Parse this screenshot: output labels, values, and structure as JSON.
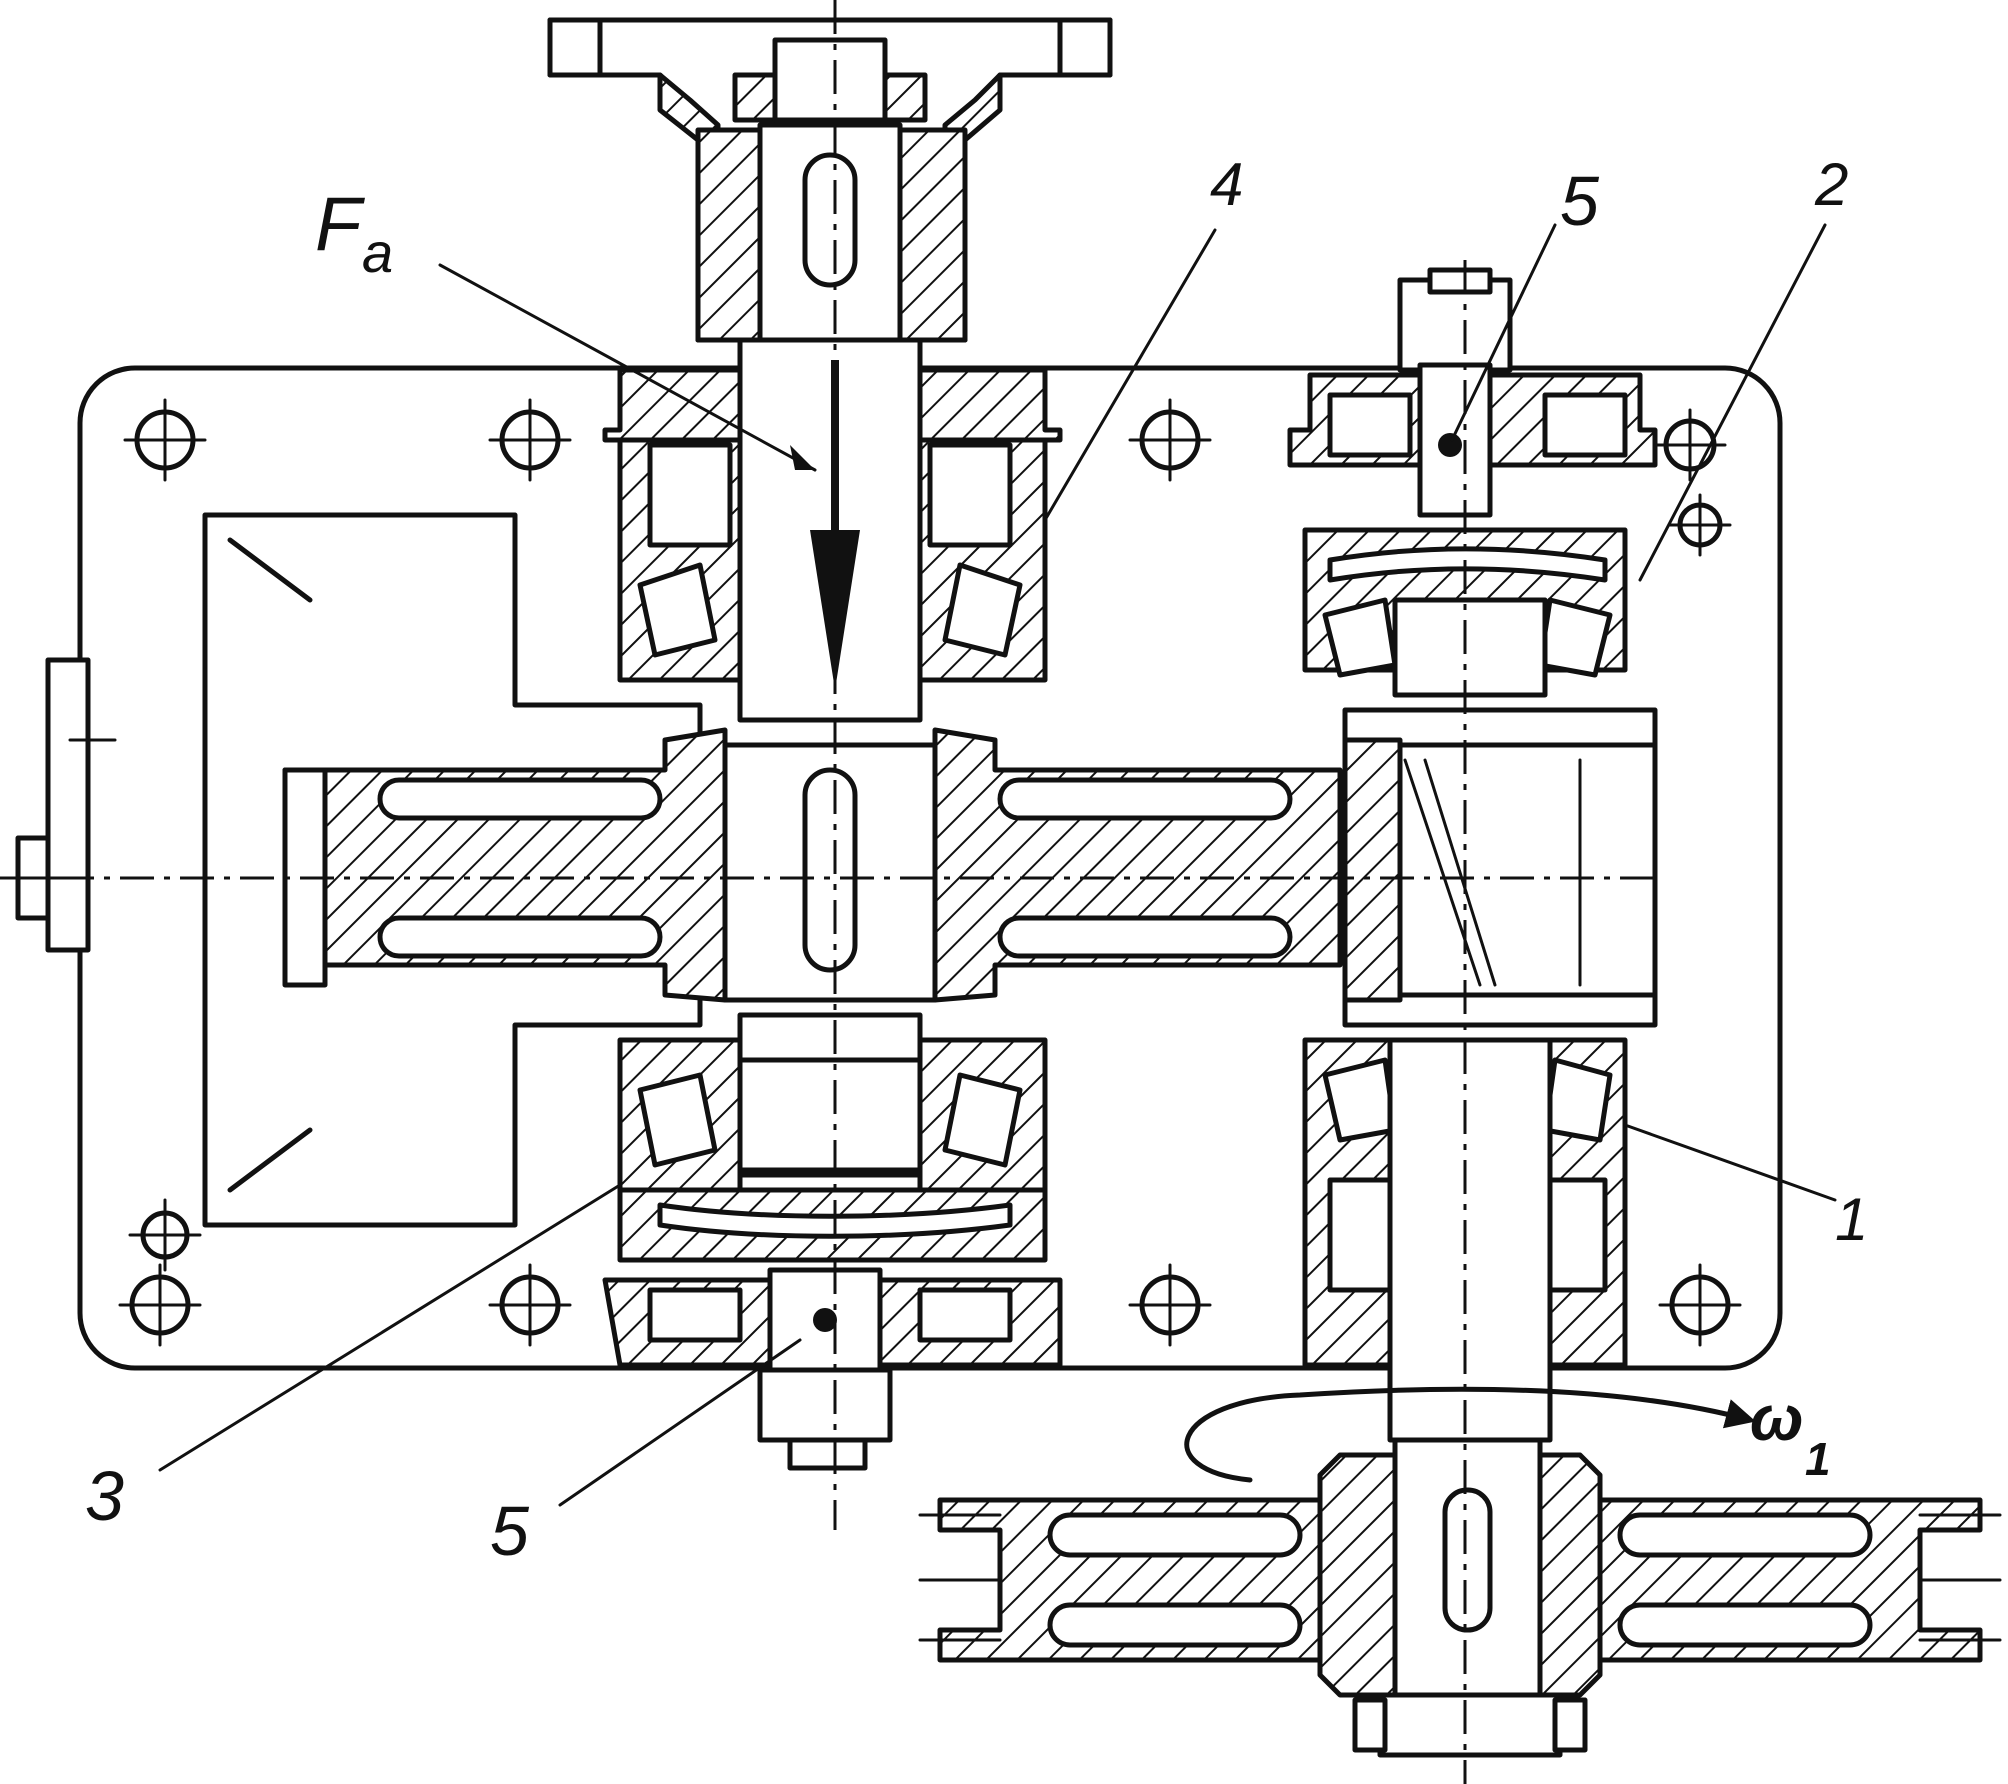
{
  "labels": {
    "force": "F",
    "force_sub": "a",
    "omega": "ω",
    "omega_sub": "1",
    "l1": "1",
    "l2": "2",
    "l3": "3",
    "l4": "4",
    "l5_top": "5",
    "l5_bottom": "5"
  }
}
